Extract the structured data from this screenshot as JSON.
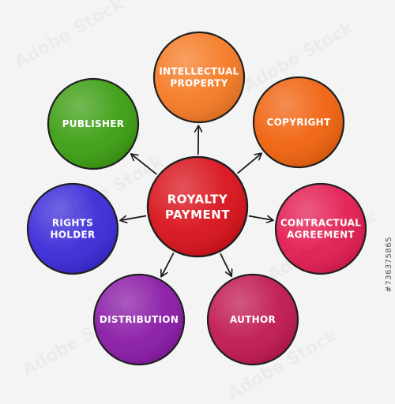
{
  "center": {
    "label_line1": "ROYALTY",
    "label_line2": "PAYMENT",
    "color": "#d8111a"
  },
  "nodes": [
    {
      "id": "intellectual-property",
      "lines": [
        "INTELLECTUAL",
        "PROPERTY"
      ],
      "color": "#f57a24"
    },
    {
      "id": "copyright",
      "lines": [
        "COPYRIGHT"
      ],
      "color": "#f0620e"
    },
    {
      "id": "contractual-agreement",
      "lines": [
        "CONTRACTUAL",
        "AGREEMENT"
      ],
      "color": "#e31c52"
    },
    {
      "id": "author",
      "lines": [
        "AUTHOR"
      ],
      "color": "#c0184f"
    },
    {
      "id": "distribution",
      "lines": [
        "DISTRIBUTION"
      ],
      "color": "#8a1aa6"
    },
    {
      "id": "rights-holder",
      "lines": [
        "RIGHTS",
        "HOLDER"
      ],
      "color": "#3b2ad8"
    },
    {
      "id": "publisher",
      "lines": [
        "PUBLISHER"
      ],
      "color": "#3c9e12"
    }
  ],
  "watermark_text": "Adobe Stock",
  "stock_id": "#736375865"
}
